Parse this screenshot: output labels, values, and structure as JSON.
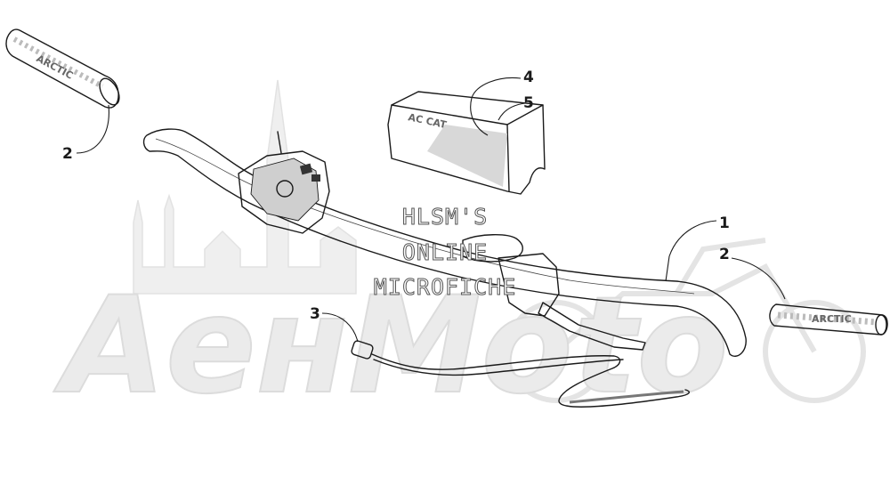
{
  "diagram": {
    "callouts": [
      {
        "id": "1",
        "label": "1"
      },
      {
        "id": "2a",
        "label": "2"
      },
      {
        "id": "2b",
        "label": "2"
      },
      {
        "id": "3",
        "label": "3"
      },
      {
        "id": "4",
        "label": "4"
      },
      {
        "id": "5",
        "label": "5"
      }
    ],
    "pad_text": "AC CAT",
    "watermark": {
      "line1": "HLSM'S",
      "line2": "ONLINE",
      "line3": "MICROFICHE",
      "brand": "AeнMoto"
    },
    "colors": {
      "ink": "#1a1a1a",
      "watermark": "#e6e6e6",
      "background": "#ffffff"
    }
  }
}
